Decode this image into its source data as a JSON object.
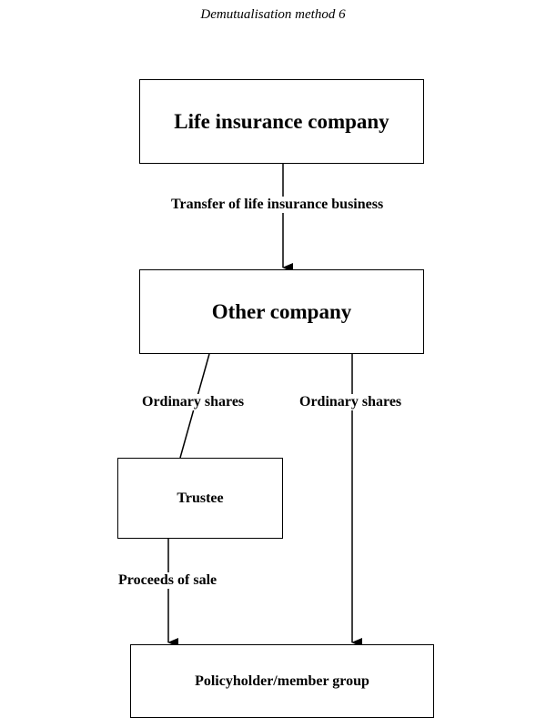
{
  "title": "Demutualisation method 6",
  "boxes": {
    "life_insurance_company": "Life insurance company",
    "other_company": "Other company",
    "trustee": "Trustee",
    "policyholder_member_group": "Policyholder/member group"
  },
  "edges": {
    "transfer": "Transfer of life insurance business",
    "ordinary_shares_left": "Ordinary shares",
    "ordinary_shares_right": "Ordinary shares",
    "proceeds_of_sale": "Proceeds of sale"
  }
}
